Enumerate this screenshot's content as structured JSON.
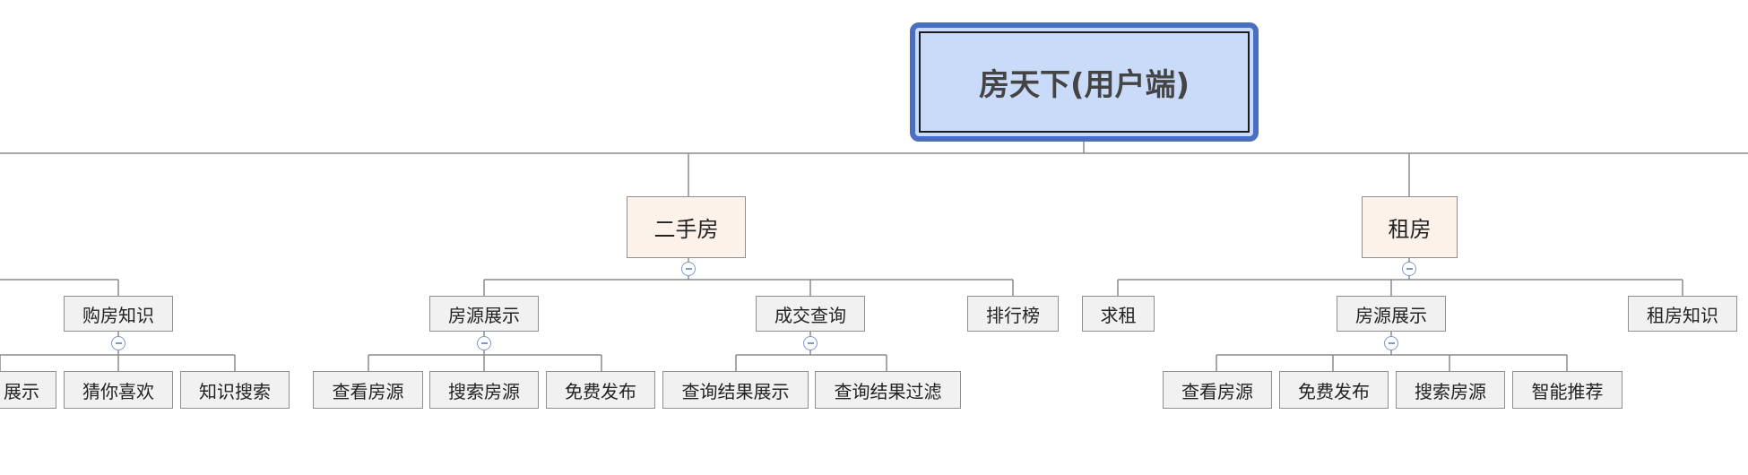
{
  "root": {
    "label": "房天下(用户端)"
  },
  "branches": {
    "second_hand": {
      "label": "二手房",
      "children": {
        "listing_display": {
          "label": "房源展示",
          "children": [
            "查看房源",
            "搜索房源",
            "免费发布"
          ]
        },
        "deal_query": {
          "label": "成交查询",
          "children": [
            "查询结果展示",
            "查询结果过滤"
          ]
        },
        "ranking": {
          "label": "排行榜"
        }
      }
    },
    "rent": {
      "label": "租房",
      "children": {
        "want_rent": {
          "label": "求租"
        },
        "listing_display": {
          "label": "房源展示",
          "children": [
            "查看房源",
            "免费发布",
            "搜索房源",
            "智能推荐"
          ]
        },
        "rent_knowledge": {
          "label": "租房知识"
        }
      }
    },
    "left_partial": {
      "buying_knowledge": {
        "label": "购房知识",
        "children": [
          "展示",
          "猜你喜欢",
          "知识搜索"
        ]
      }
    }
  },
  "colors": {
    "root_fill": "#c9dbf8",
    "root_border": "#4a6fc0",
    "branch_fill": "#fdf2ea",
    "leaf_fill": "#f1f1f1",
    "connector": "#8a8a8a",
    "toggle": "#7d9ad0"
  },
  "icons": {
    "collapse_toggle": "minus-circle-icon"
  }
}
